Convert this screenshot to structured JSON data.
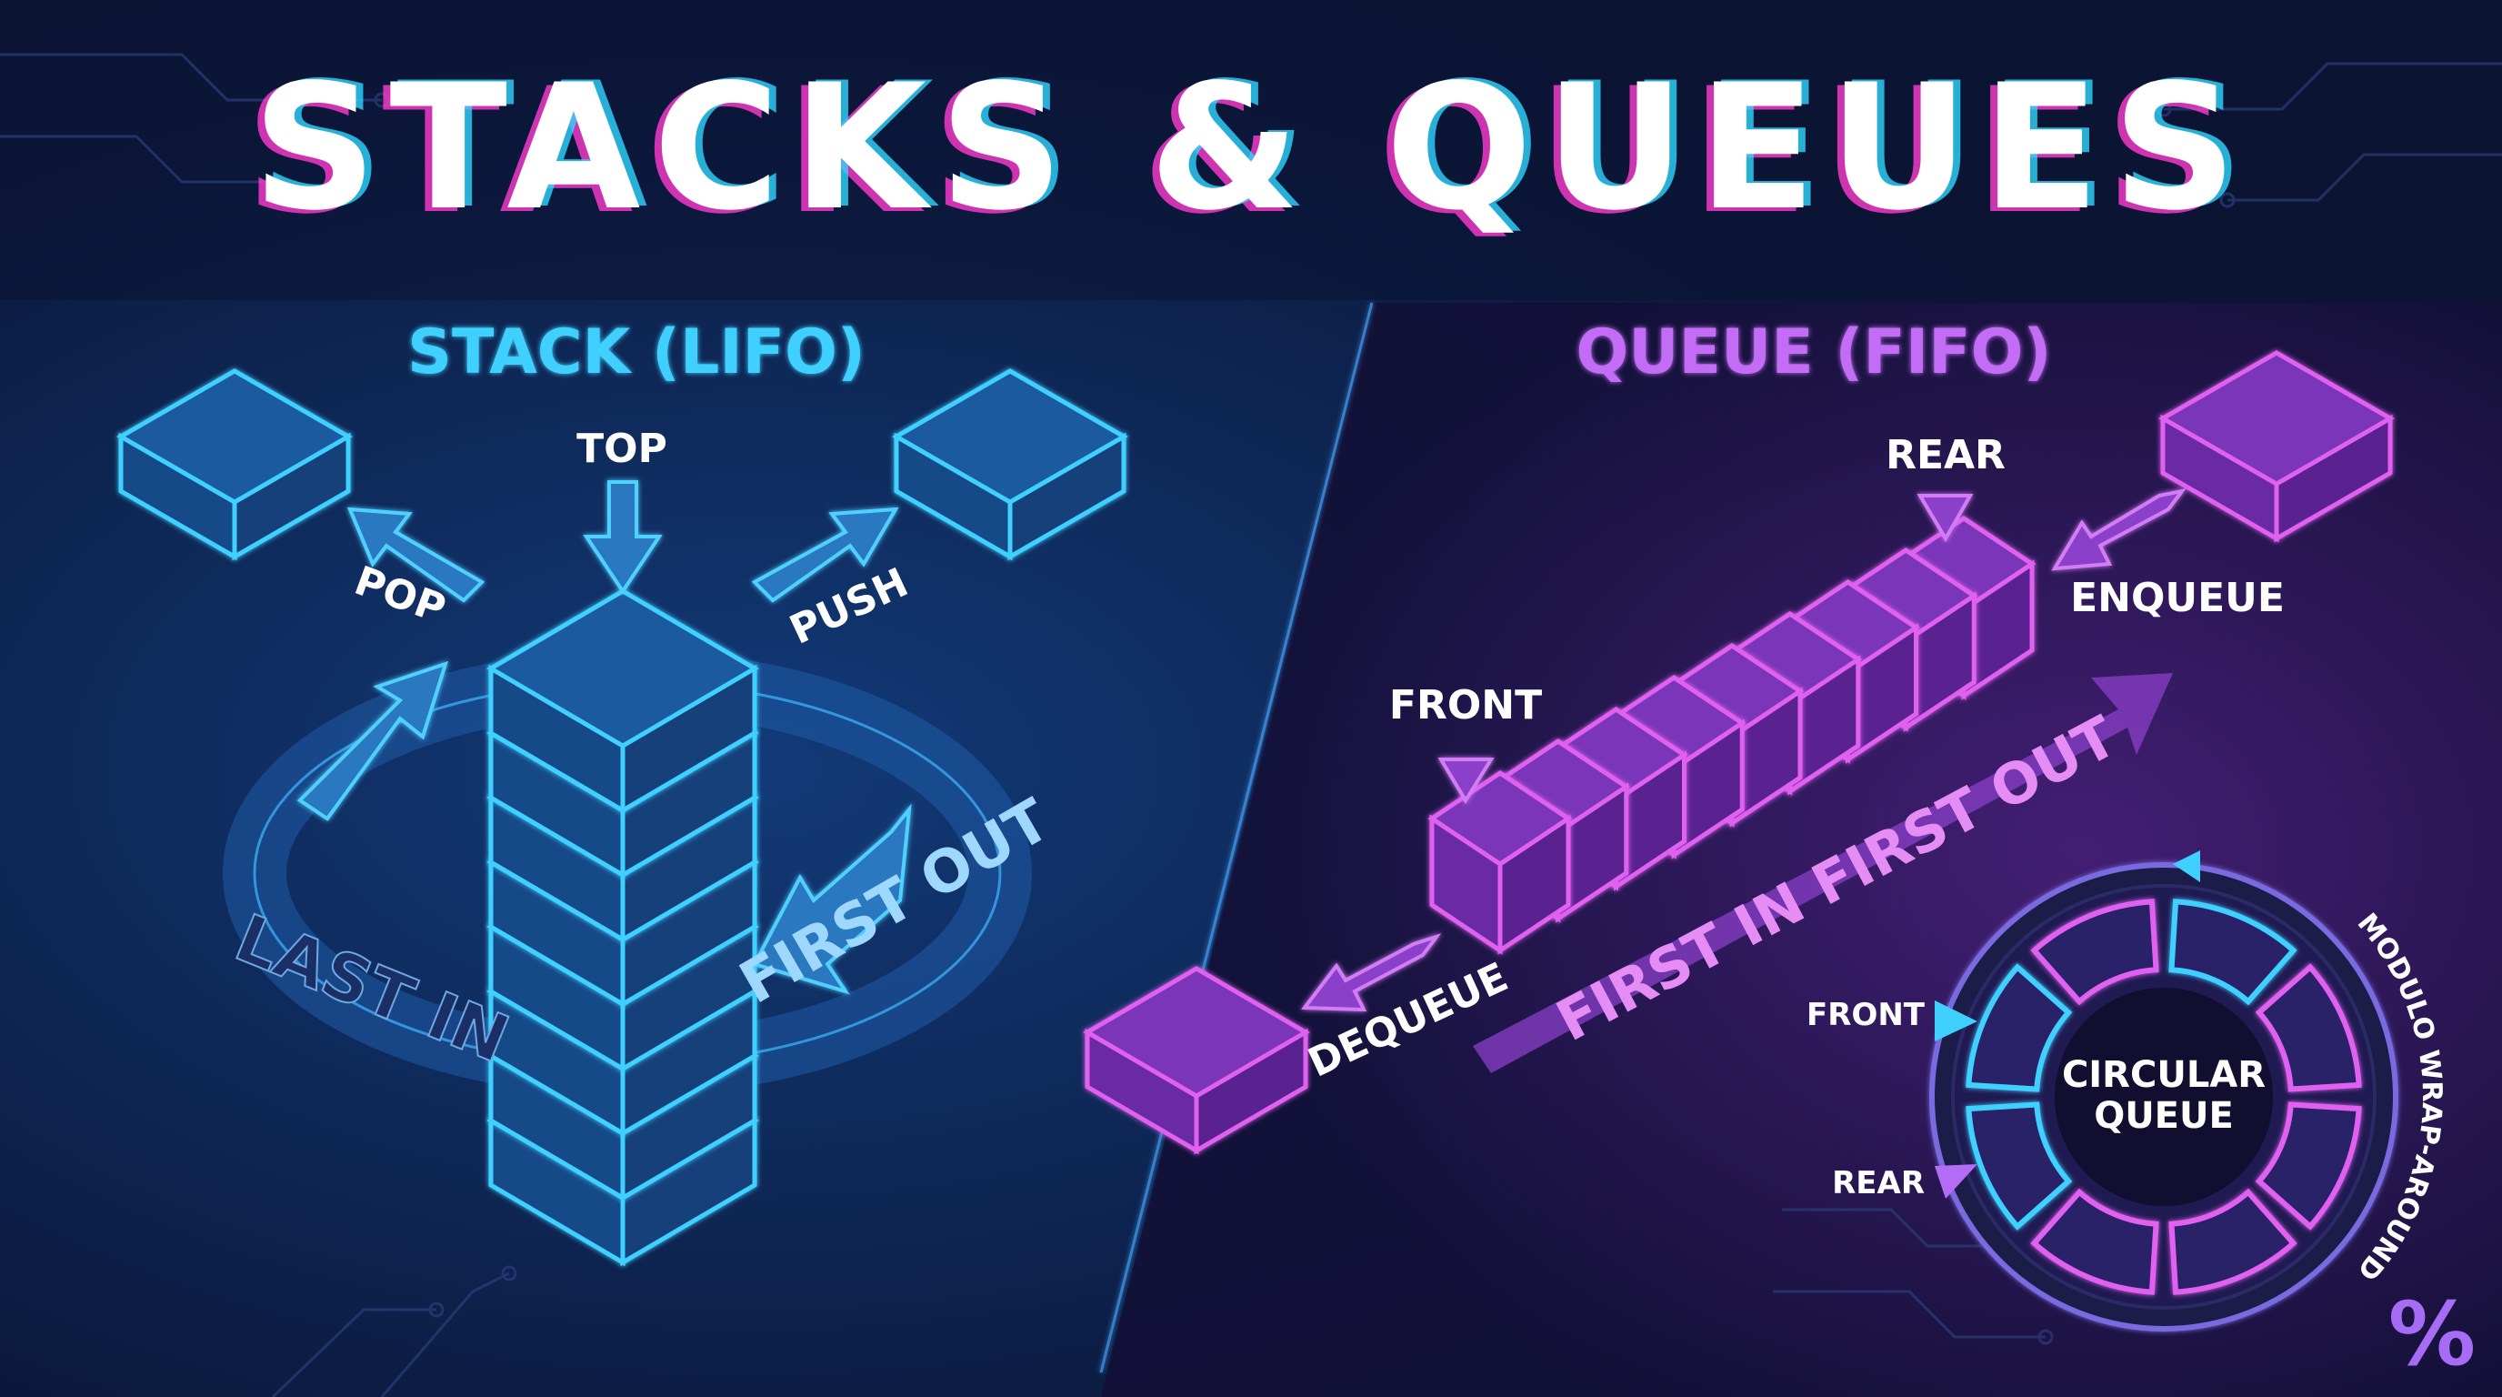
{
  "title": "STACKS & QUEUES",
  "colors": {
    "background": "#0b1536",
    "cyan": "#3fd0ff",
    "purple": "#c36cf5",
    "magenta": "#e060f0",
    "white": "#ffffff"
  },
  "stack": {
    "heading": "STACK (LIFO)",
    "top_label": "TOP",
    "pop_label": "POP",
    "push_label": "PUSH",
    "last_in_label": "LAST IN",
    "first_out_label": "FIRST OUT"
  },
  "queue": {
    "heading": "QUEUE (FIFO)",
    "front_label": "FRONT",
    "rear_label": "REAR",
    "enqueue_label": "ENQUEUE",
    "dequeue_label": "DEQUEUE",
    "flow_label": "FIRST IN FIRST OUT"
  },
  "circular_queue": {
    "center_line1": "CIRCULAR",
    "center_line2": "QUEUE",
    "front_label": "FRONT",
    "rear_label": "REAR",
    "wrap_label": "MODULO WRAP-AROUND",
    "modulo_symbol": "%",
    "segment_colors": [
      "magenta",
      "cyan",
      "magenta",
      "magenta",
      "magenta",
      "magenta",
      "cyan",
      "cyan"
    ]
  }
}
